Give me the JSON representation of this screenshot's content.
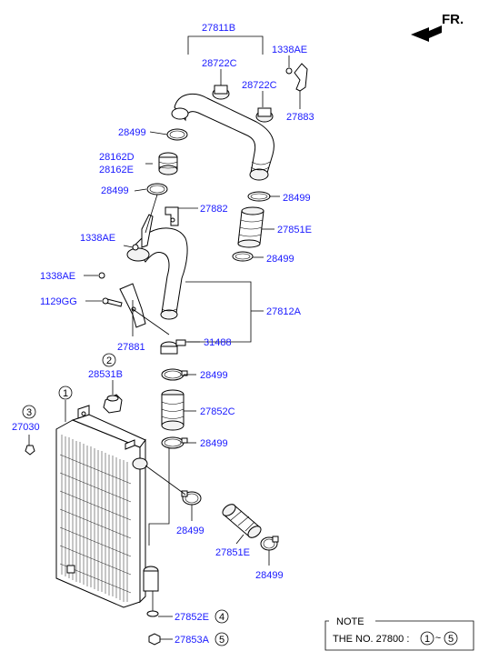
{
  "direction": {
    "label": "FR."
  },
  "labels": {
    "p27811B": "27811B",
    "p1338AE_top": "1338AE",
    "p28722C_a": "28722C",
    "p28722C_b": "28722C",
    "p27883": "27883",
    "p28499_1": "28499",
    "p28162D": "28162D",
    "p28162E": "28162E",
    "p28499_2": "28499",
    "p28499_3": "28499",
    "p27882": "27882",
    "p27851E_top": "27851E",
    "p1338AE_mid": "1338AE",
    "p28499_4": "28499",
    "p1338AE_left": "1338AE",
    "p1129GG": "1129GG",
    "p27812A": "27812A",
    "p27881": "27881",
    "p31488": "31488",
    "p28499_5": "28499",
    "p28531B": "28531B",
    "p27852C": "27852C",
    "p27030": "27030",
    "p28499_6": "28499",
    "p28499_7": "28499",
    "p27851E_bot": "27851E",
    "p28499_8": "28499",
    "p27852E": "27852E",
    "p27853A": "27853A"
  },
  "circled": {
    "c1": "1",
    "c2": "2",
    "c3": "3",
    "c4": "4",
    "c5": "5"
  },
  "note": {
    "title": "NOTE",
    "text": "THE NO. 27800 :",
    "range_start": "1",
    "tilde": "~",
    "range_end": "5"
  }
}
